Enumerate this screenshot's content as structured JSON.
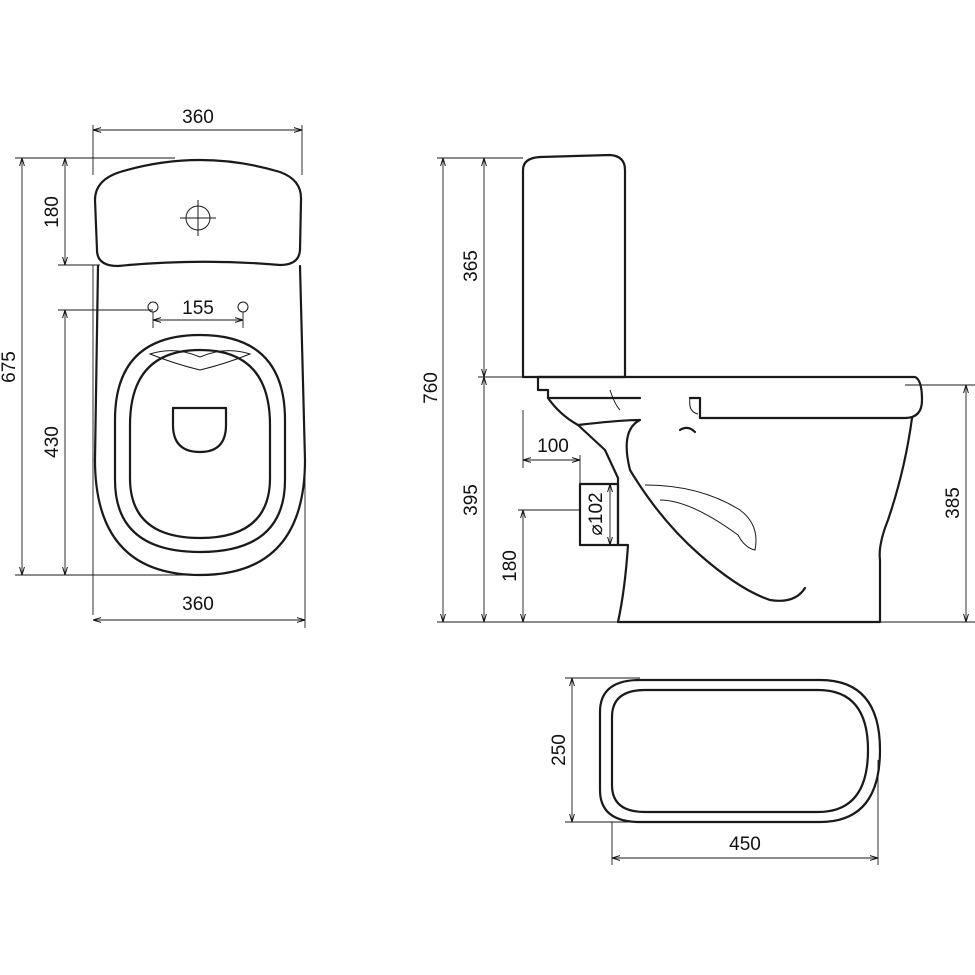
{
  "top_view": {
    "width_top": "360",
    "tank_depth": "180",
    "total_depth": "675",
    "bolt_spacing": "155",
    "bowl_depth": "430",
    "width_bottom": "360"
  },
  "side_view": {
    "tank_height": "365",
    "total_height": "760",
    "outlet_offset": "100",
    "seat_height": "395",
    "outlet_diameter": "⌀102",
    "outlet_height": "180",
    "rim_height": "385"
  },
  "section_view": {
    "height": "250",
    "length": "450"
  }
}
